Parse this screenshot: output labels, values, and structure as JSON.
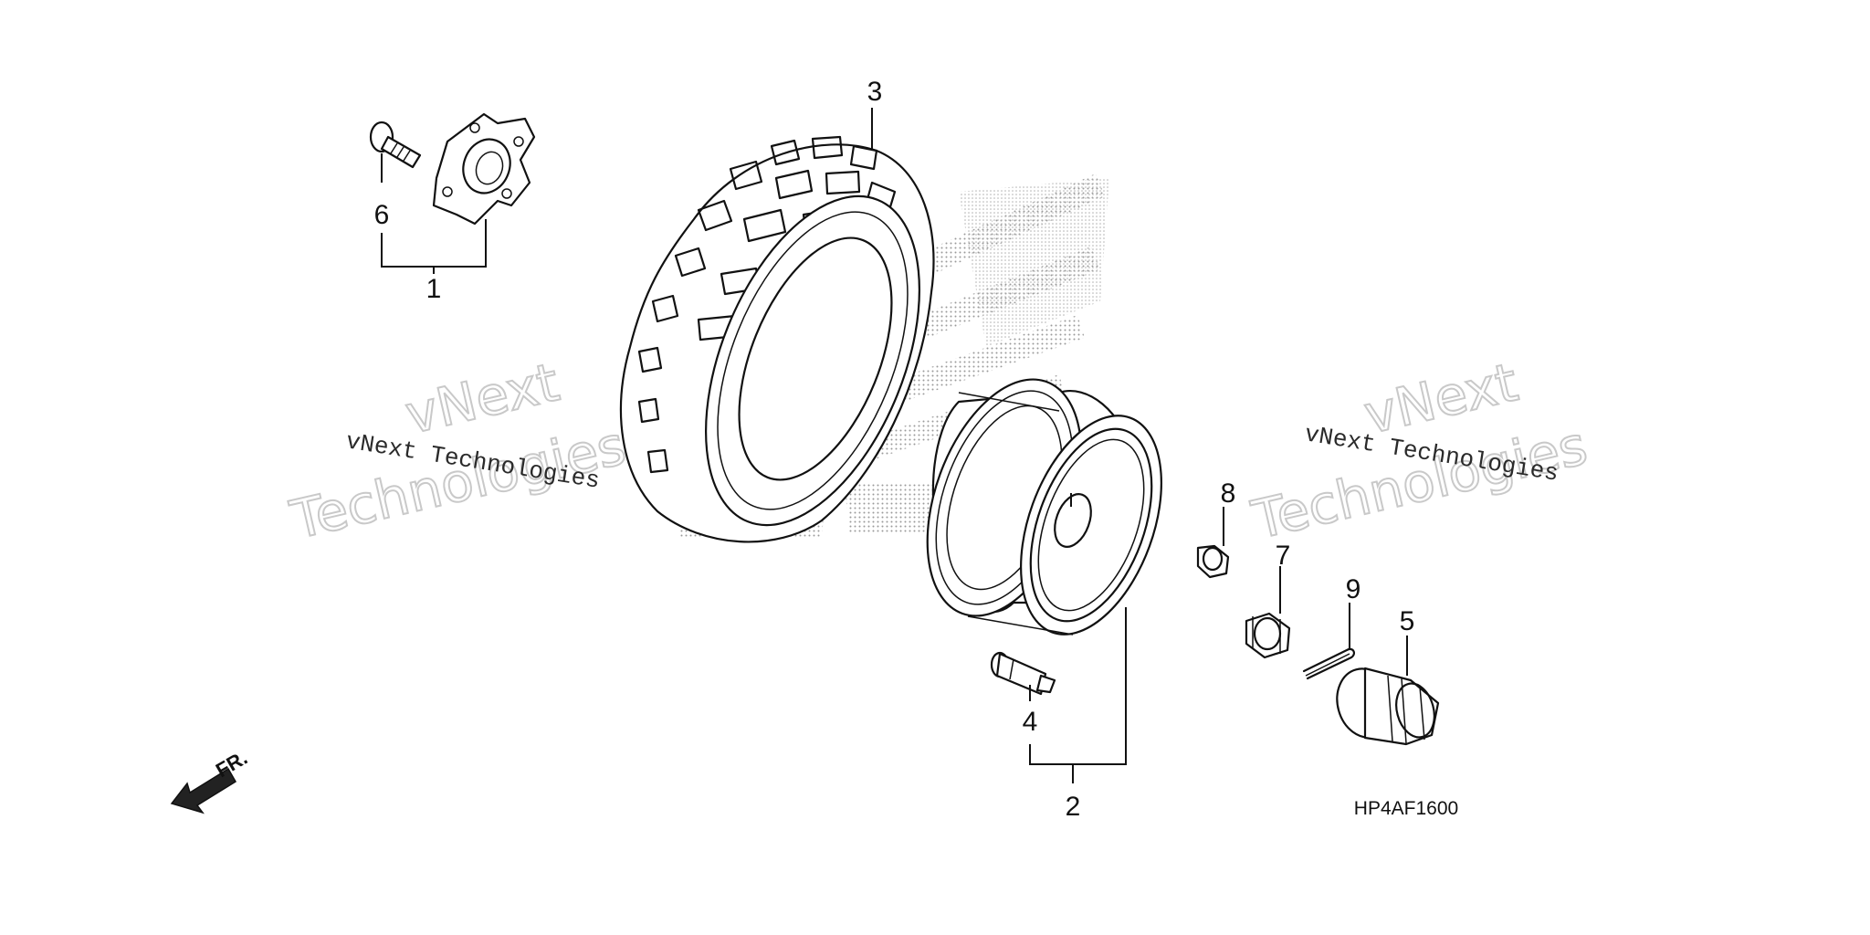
{
  "diagram": {
    "code": "HP4AF1600",
    "direction_label": "FR.",
    "watermark": {
      "small_text": "vNext Technologies",
      "big_line1": "vNext",
      "big_line2": "Technologies"
    },
    "callouts": {
      "c1": "1",
      "c2": "2",
      "c3": "3",
      "c4": "4",
      "c5": "5",
      "c6": "6",
      "c7": "7",
      "c8": "8",
      "c9": "9"
    }
  }
}
